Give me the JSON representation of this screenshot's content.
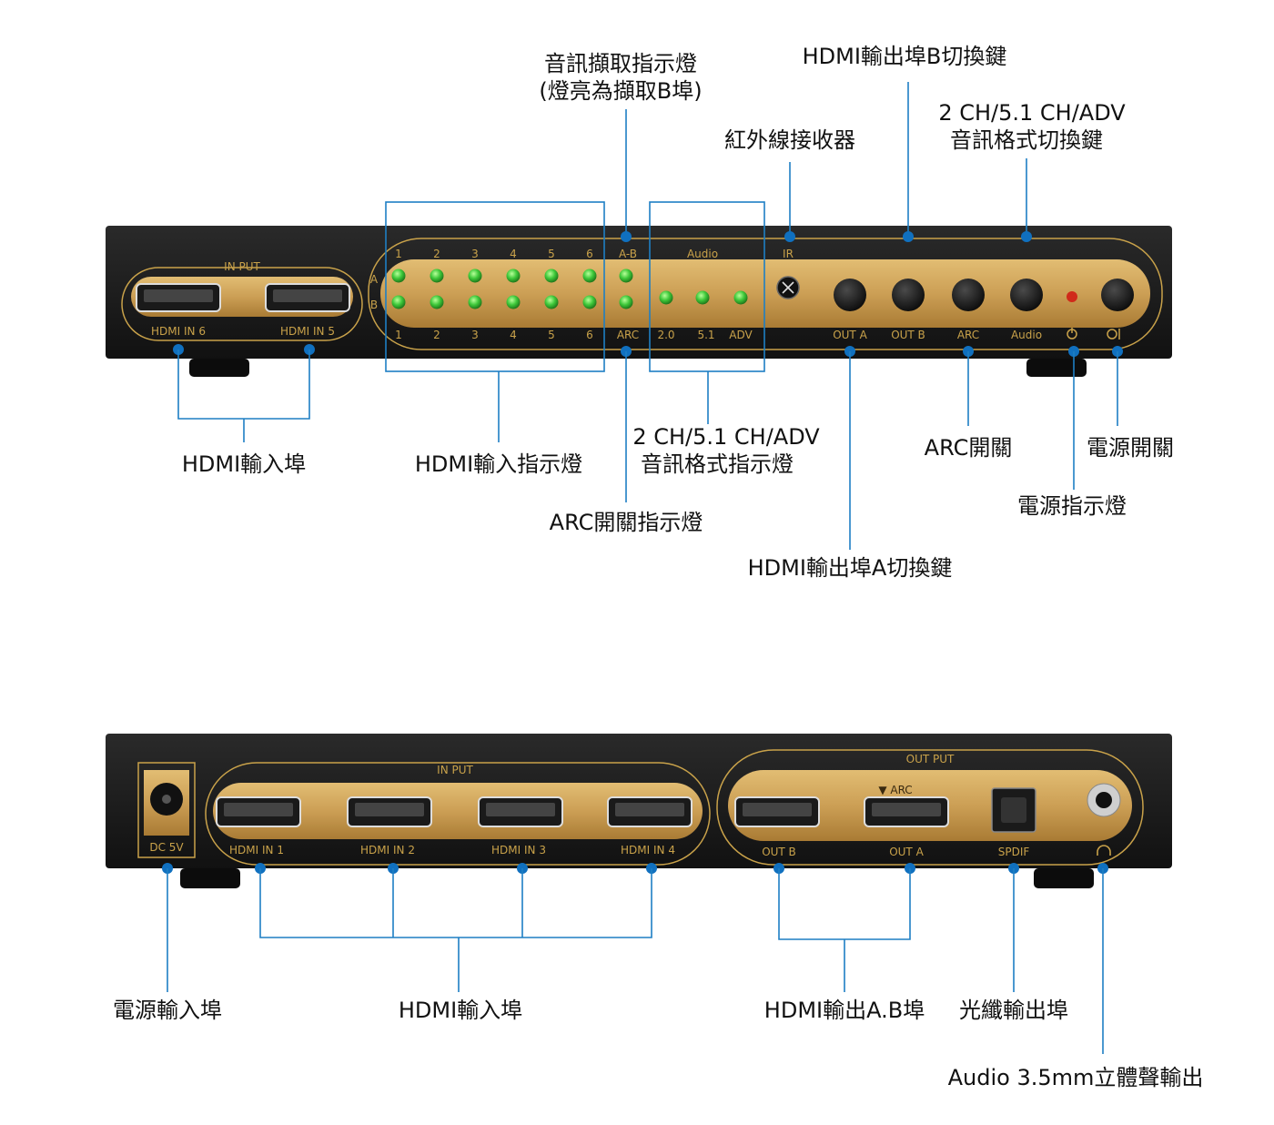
{
  "colors": {
    "device_body": "#1b1b1b",
    "gold_panel": "#cc9f55",
    "gold_line": "#c9a24a",
    "callout_blue": "#1e7fc4",
    "led_green": "#3ec83a",
    "led_red": "#d02a1a"
  },
  "front": {
    "input_title": "IN PUT",
    "hdmi_in_6": "HDMI IN 6",
    "hdmi_in_5": "HDMI IN 5",
    "row_a": "A",
    "row_b": "B",
    "top_numbers": [
      "1",
      "2",
      "3",
      "4",
      "5",
      "6"
    ],
    "bottom_numbers": [
      "1",
      "2",
      "3",
      "4",
      "5",
      "6"
    ],
    "ab_label": "A-B",
    "audio_label": "Audio",
    "ir_label": "IR",
    "arc_label": "ARC",
    "format_20": "2.0",
    "format_51": "5.1",
    "format_adv": "ADV",
    "out_a": "OUT A",
    "out_b": "OUT B",
    "arc_btn": "ARC",
    "audio_btn": "Audio",
    "power_icon_label": "power-icon",
    "onoff_icon_label": "power-toggle-icon"
  },
  "back": {
    "dc_label": "DC 5V",
    "input_title": "IN PUT",
    "hdmi_in_1": "HDMI IN 1",
    "hdmi_in_2": "HDMI IN 2",
    "hdmi_in_3": "HDMI IN 3",
    "hdmi_in_4": "HDMI IN 4",
    "output_title": "OUT PUT",
    "arc_mark": "▼ ARC",
    "out_b": "OUT B",
    "out_a": "OUT A",
    "spdif": "SPDIF"
  },
  "callouts": {
    "audio_capture_led_1": "音訊擷取指示燈",
    "audio_capture_led_2": "(燈亮為擷取B埠)",
    "hdmi_out_b_key": "HDMI輸出埠B切換鍵",
    "ir_receiver": "紅外線接收器",
    "audio_format_key_1": "2 CH/5.1 CH/ADV",
    "audio_format_key_2": "音訊格式切換鍵",
    "front_hdmi_in": "HDMI輸入埠",
    "hdmi_in_led": "HDMI輸入指示燈",
    "audio_format_led_1": "2 CH/5.1 CH/ADV",
    "audio_format_led_2": "音訊格式指示燈",
    "arc_switch": "ARC開關",
    "power_switch": "電源開關",
    "power_led": "電源指示燈",
    "arc_led": "ARC開關指示燈",
    "hdmi_out_a_key": "HDMI輸出埠A切換鍵",
    "power_input": "電源輸入埠",
    "back_hdmi_in": "HDMI輸入埠",
    "hdmi_out_ab": "HDMI輸出A.B埠",
    "optical_out": "光纖輸出埠",
    "audio_out": "Audio 3.5mm立體聲輸出"
  }
}
